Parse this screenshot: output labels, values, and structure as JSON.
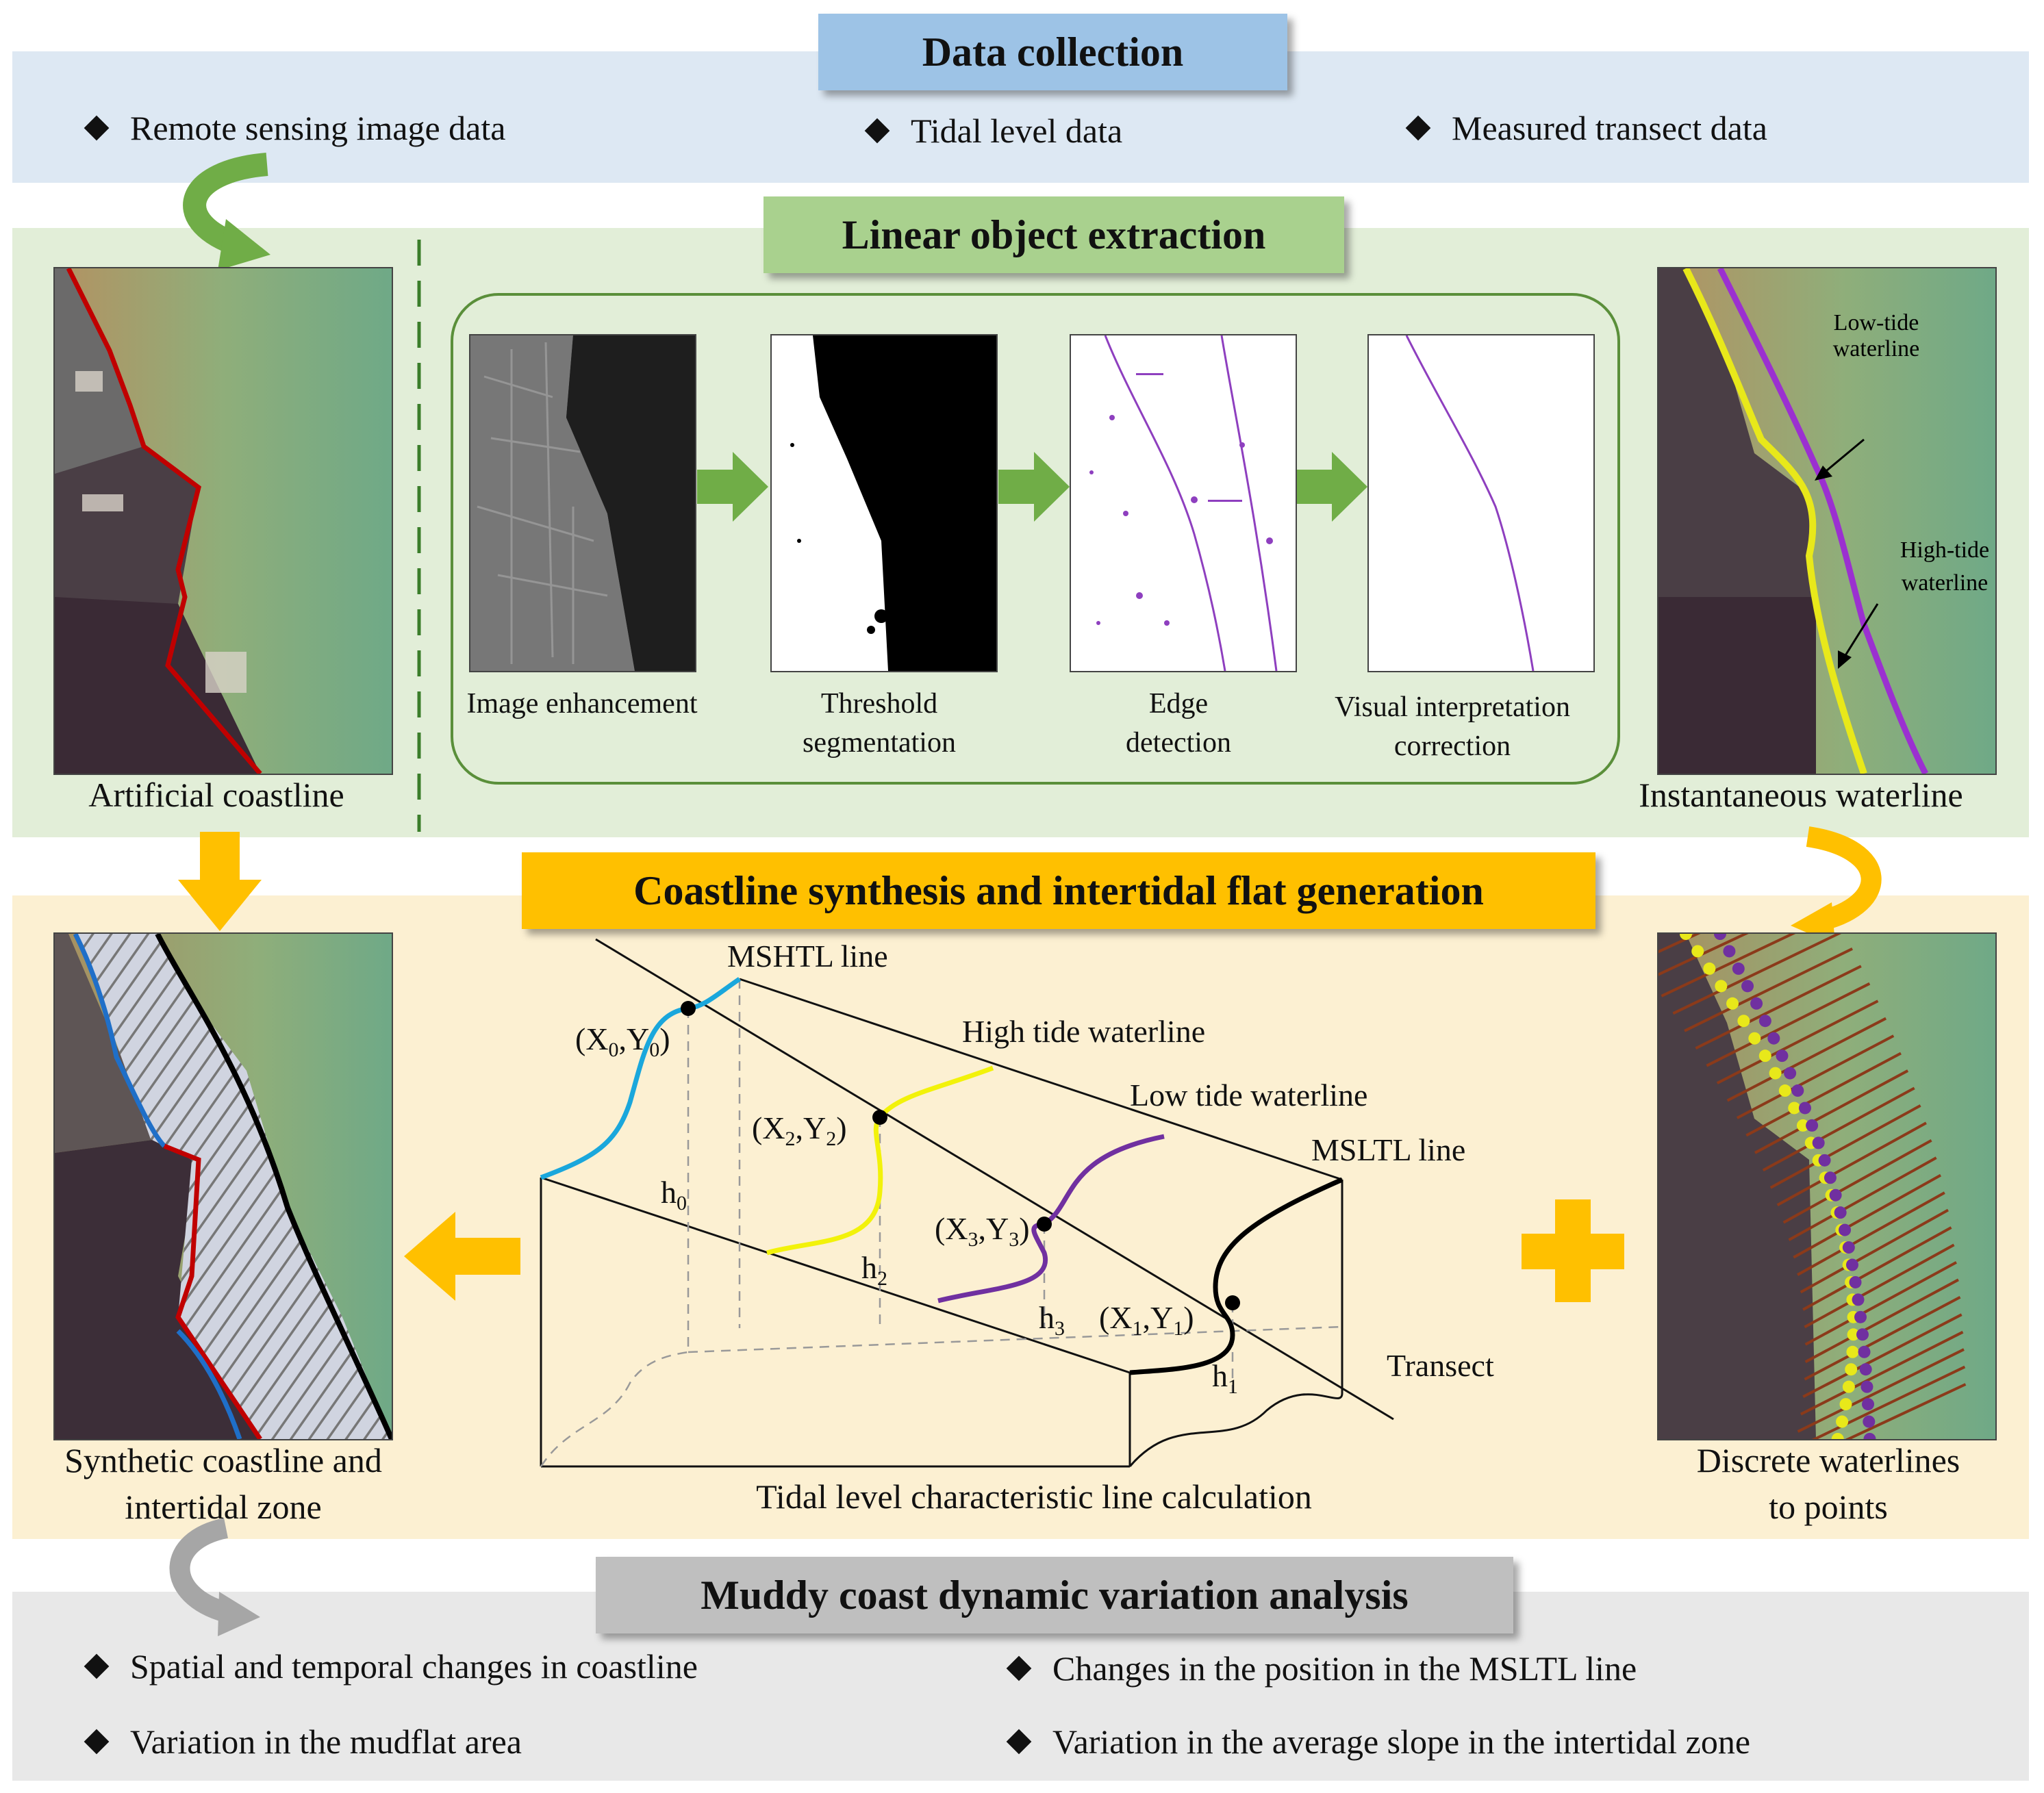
{
  "colors": {
    "band_blue": "#dde8f3",
    "band_green": "#e2eed8",
    "band_orange": "#fcf0d2",
    "band_gray": "#e8e8e8",
    "title_blue": "#9dc3e6",
    "title_green": "#a9d18e",
    "title_orange": "#ffc000",
    "title_gray": "#bfbfbf",
    "arrow_green": "#70ad47",
    "arrow_orange": "#ffc000",
    "arrow_gray": "#a6a6a6",
    "mshtl_blue": "#1aa7dc",
    "high_tide_yellow": "#f2f20a",
    "low_tide_purple": "#7030a0",
    "coastline_red": "#c00000"
  },
  "data_collection": {
    "title": "Data collection",
    "items": [
      "Remote sensing image data",
      "Tidal level data",
      "Measured transect data"
    ]
  },
  "linear_extraction": {
    "title": "Linear object extraction",
    "left_caption": "Artificial coastline",
    "right_caption": "Instantaneous waterline",
    "steps": [
      {
        "line1": "Image enhancement",
        "line2": ""
      },
      {
        "line1": "Threshold",
        "line2": "segmentation"
      },
      {
        "line1": "Edge",
        "line2": "detection"
      },
      {
        "line1": "Visual interpretation",
        "line2": "correction"
      }
    ],
    "right_labels": {
      "low_tide": [
        "Low-tide",
        "waterline"
      ],
      "high_tide": [
        "High-tide",
        "waterline"
      ]
    }
  },
  "synthesis": {
    "title": "Coastline synthesis and intertidal flat generation",
    "left_caption": [
      "Synthetic coastline and",
      "intertidal zone"
    ],
    "right_caption": [
      "Discrete waterlines",
      "to points"
    ],
    "center_caption": "Tidal level characteristic line calculation",
    "diagram_labels": {
      "mshtl": "MSHTL line",
      "high_tide": "High tide waterline",
      "low_tide": "Low tide waterline",
      "msltl": "MSLTL line",
      "transect": "Transect",
      "p0": [
        "(X",
        "0",
        ",Y",
        "0",
        ")"
      ],
      "p2": [
        "(X",
        "2",
        ",Y",
        "2",
        ")"
      ],
      "p3": [
        "(X",
        "3",
        ",Y",
        "3",
        ")"
      ],
      "p1": [
        "(X",
        "1",
        ",Y",
        "1",
        ")"
      ],
      "h0": [
        "h",
        "0"
      ],
      "h2": [
        "h",
        "2"
      ],
      "h3": [
        "h",
        "3"
      ],
      "h1": [
        "h",
        "1"
      ]
    }
  },
  "analysis": {
    "title": "Muddy coast dynamic variation analysis",
    "items_left": [
      "Spatial and temporal changes in coastline",
      "Variation in the mudflat area"
    ],
    "items_right": [
      "Changes in the position in the MSLTL line",
      "Variation in the average slope in the intertidal zone"
    ]
  }
}
